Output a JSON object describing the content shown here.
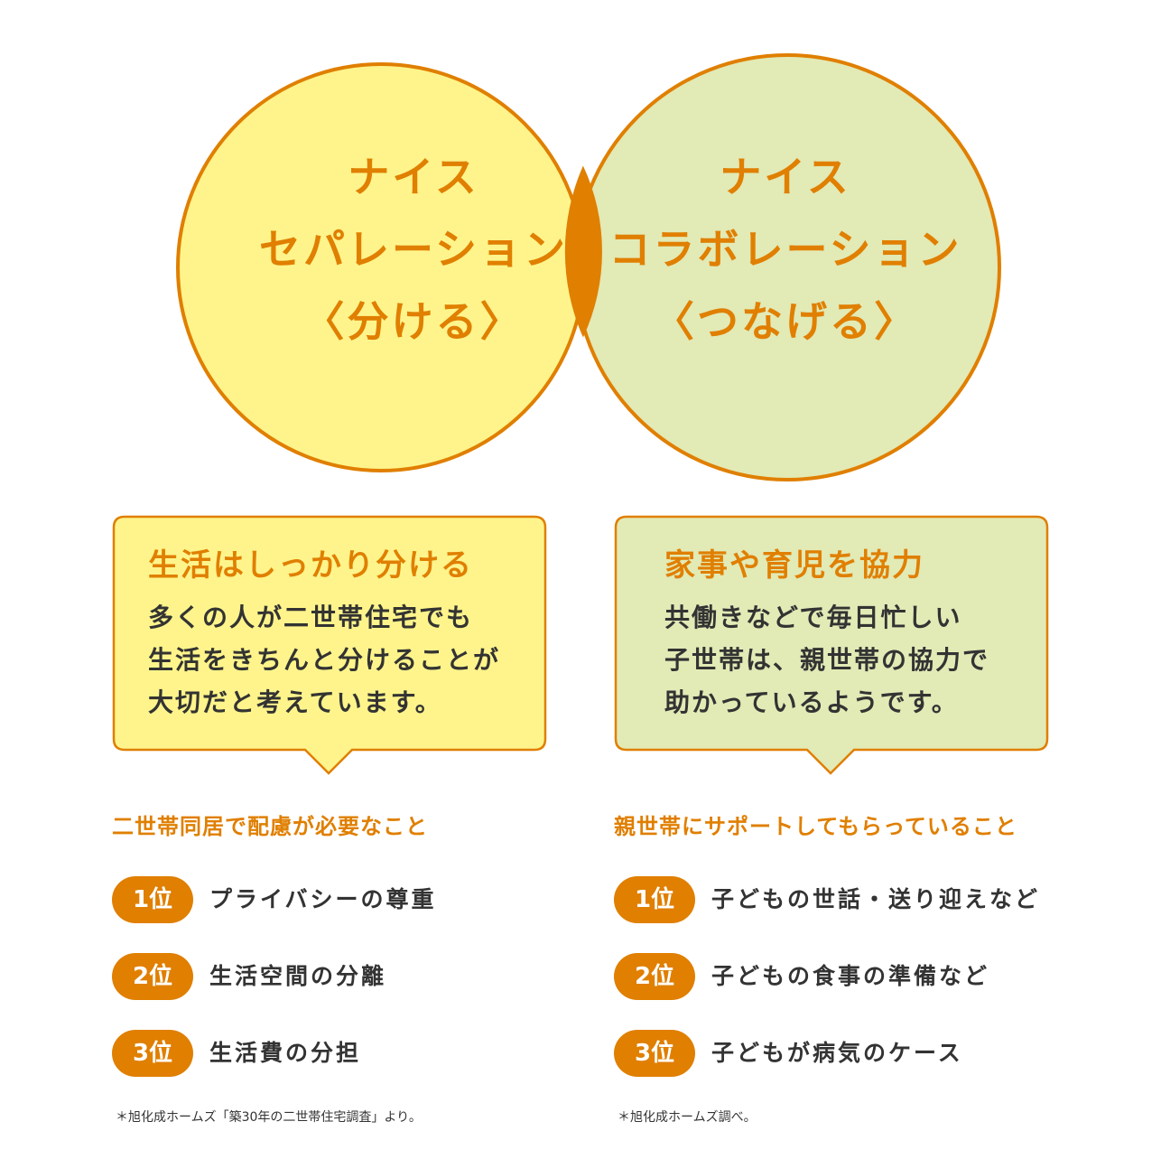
{
  "colors": {
    "orange": "#e07f00",
    "left_fill": "#fef48b",
    "right_fill": "#e2eab6",
    "text": "#333333"
  },
  "venn": {
    "left": {
      "lines": [
        "ナイス",
        "セパレーション",
        "〈分ける〉"
      ]
    },
    "right": {
      "lines": [
        "ナイス",
        "コラボレーション",
        "〈つなげる〉"
      ]
    }
  },
  "bubbles": {
    "left": {
      "title": "生活はしっかり分ける",
      "lines": [
        "多くの人が二世帯住宅でも",
        "生活をきちんと分けることが",
        "大切だと考えています。"
      ]
    },
    "right": {
      "title": "家事や育児を協力",
      "lines": [
        "共働きなどで毎日忙しい",
        "子世帯は、親世帯の協力で",
        "助かっているようです。"
      ]
    }
  },
  "rankings": {
    "left": {
      "heading": "二世帯同居で配慮が必要なこと",
      "items": [
        {
          "rank": "1位",
          "label": "プライバシーの尊重"
        },
        {
          "rank": "2位",
          "label": "生活空間の分離"
        },
        {
          "rank": "3位",
          "label": "生活費の分担"
        }
      ],
      "note": "＊旭化成ホームズ「築30年の二世帯住宅調査」より。"
    },
    "right": {
      "heading": "親世帯にサポートしてもらっていること",
      "items": [
        {
          "rank": "1位",
          "label": "子どもの世話・送り迎えなど"
        },
        {
          "rank": "2位",
          "label": "子どもの食事の準備など"
        },
        {
          "rank": "3位",
          "label": "子どもが病気のケース"
        }
      ],
      "note": "＊旭化成ホームズ調べ。"
    }
  }
}
